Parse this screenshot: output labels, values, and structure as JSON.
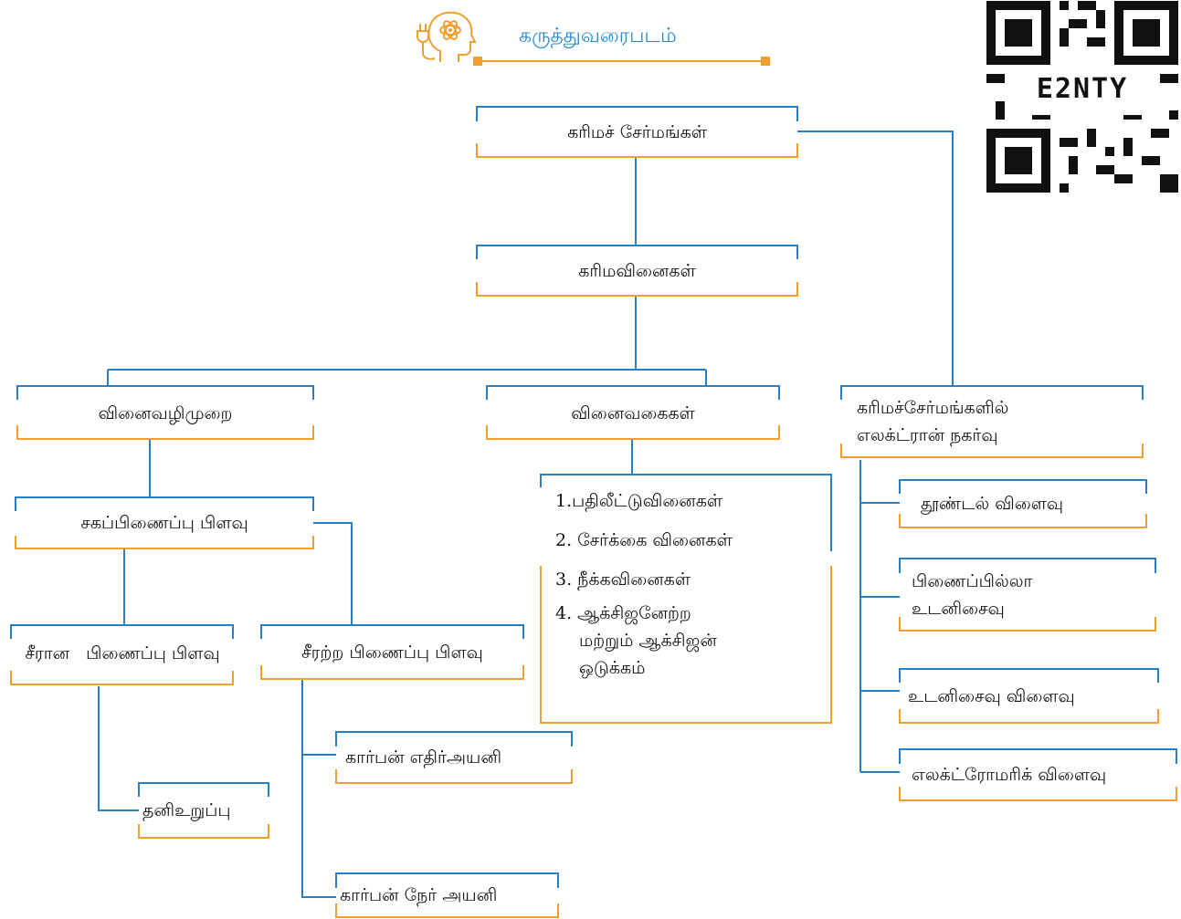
{
  "header": {
    "title": "கருத்துவரைபடம்",
    "icon": "brain-atom-plug-icon"
  },
  "qr": {
    "code_text": "E2NTY"
  },
  "nodes": {
    "root": "கரிமச் சேர்மங்கள்",
    "reactions": "கரிமவினைகள்",
    "mechanism": "வினைவழிமுறை",
    "types": "வினைவகைகள்",
    "electron": "கரிமச்சேர்மங்களில் எலக்ட்ரான் நகர்வு",
    "covalent": "சகப்பிணைப்பு பிளவு",
    "homolytic": "சீரான   பிணைப்பு பிளவு",
    "heterolytic": "சீரற்ற பிணைப்பு பிளவு",
    "free_radical": "தனிஉறுப்பு",
    "carbanion": "கார்பன் எதிர்அயனி",
    "carbocation": "கார்பன் நேர் அயனி",
    "inductive": "தூண்டல் விளைவு",
    "hyperconjugation": "பிணைப்பில்லா உடனிசைவு",
    "resonance": "உடனிசைவு விளைவு",
    "electromeric": "எலக்ட்ரோமரிக் விளைவு"
  },
  "reaction_types": [
    "1.பதிலீட்டுவினைகள்",
    "2. சேர்க்கை வினைகள்",
    "3. நீக்கவினைகள்",
    "4. ஆக்சிஜனேற்ற",
    "மற்றும் ஆக்சிஜன்",
    "ஒடுக்கம்"
  ],
  "colors": {
    "line_blue": "#2a7fc4",
    "box_orange": "#f0a030",
    "title_blue": "#2a8ad0",
    "qr_dark": "#111111"
  }
}
